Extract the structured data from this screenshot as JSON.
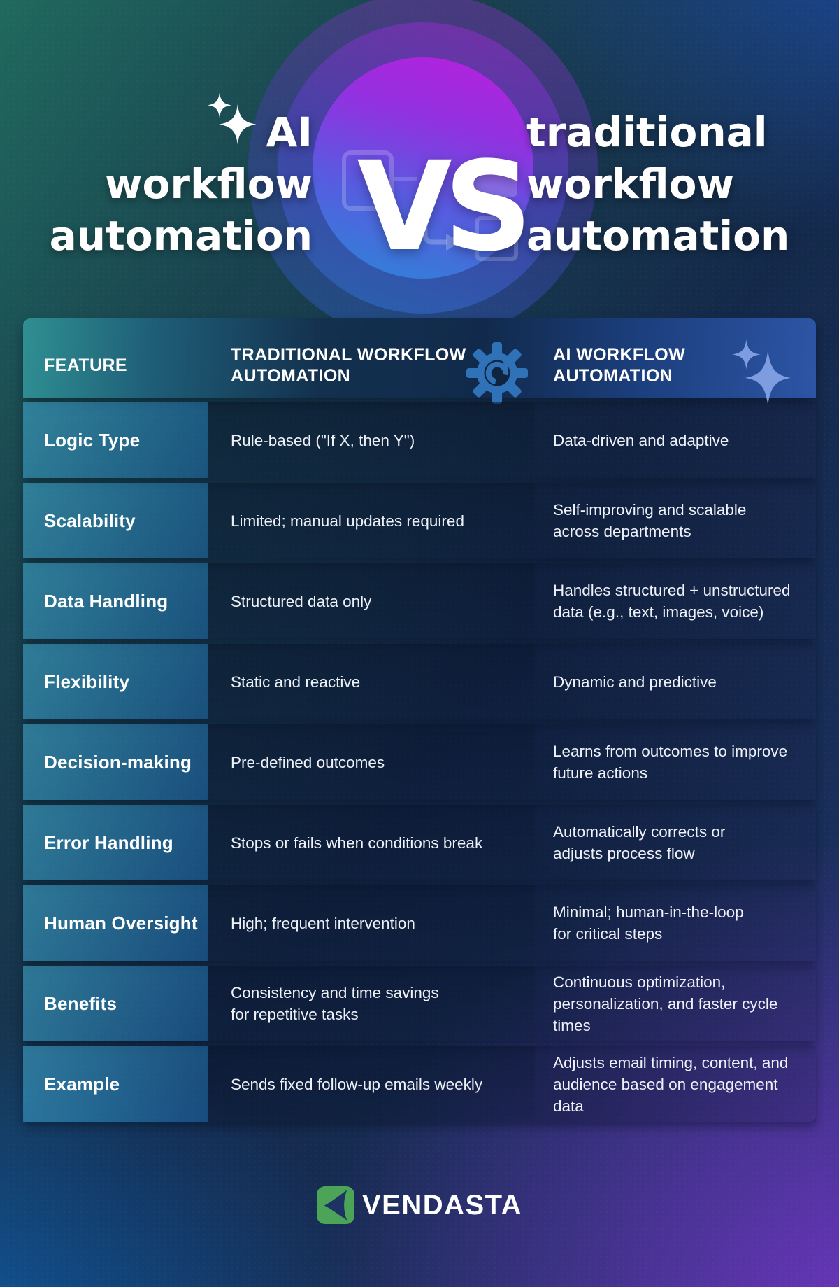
{
  "header": {
    "left_title_lines": [
      "AI",
      "workflow",
      "automation"
    ],
    "vs": "VS",
    "right_title_lines": [
      "traditional",
      "workflow",
      "automation"
    ]
  },
  "table": {
    "col_feature": "FEATURE",
    "col_traditional": [
      "TRADITIONAL WORKFLOW",
      "AUTOMATION"
    ],
    "col_ai": [
      "AI WORKFLOW",
      "AUTOMATION"
    ],
    "rows": [
      {
        "feature": "Logic Type",
        "traditional": "Rule-based (\"If X, then Y\")",
        "ai": "Data-driven and adaptive"
      },
      {
        "feature": "Scalability",
        "traditional": "Limited; manual updates required",
        "ai": [
          "Self-improving and scalable",
          "across departments"
        ]
      },
      {
        "feature": "Data Handling",
        "traditional": "Structured data only",
        "ai": [
          "Handles structured + unstructured",
          "data (e.g., text, images, voice)"
        ]
      },
      {
        "feature": "Flexibility",
        "traditional": "Static and reactive",
        "ai": "Dynamic and predictive"
      },
      {
        "feature": "Decision-making",
        "traditional": "Pre-defined outcomes",
        "ai": [
          "Learns from outcomes to improve",
          "future actions"
        ]
      },
      {
        "feature": "Error Handling",
        "traditional": "Stops or fails when conditions break",
        "ai": [
          "Automatically corrects or",
          "adjusts process flow"
        ]
      },
      {
        "feature": "Human Oversight",
        "traditional": "High; frequent intervention",
        "ai": [
          "Minimal; human-in-the-loop",
          "for critical steps"
        ]
      },
      {
        "feature": "Benefits",
        "traditional": [
          "Consistency and time savings",
          "for repetitive tasks"
        ],
        "ai": [
          "Continuous optimization,",
          "personalization, and faster cycle",
          "times"
        ]
      },
      {
        "feature": "Example",
        "traditional": "Sends fixed follow-up emails weekly",
        "ai": [
          "Adjusts email timing, content, and",
          "audience based on engagement data"
        ]
      }
    ]
  },
  "footer": {
    "brand": "VENDASTA"
  },
  "icons": {
    "title_sparkle": "sparkle-icon",
    "traditional_column": "gear-automation-icon",
    "ai_column": "ai-sparkle-icon",
    "brand_mark": "vendasta-logo-icon"
  },
  "colors": {
    "corner_top_left": "#20695e",
    "corner_top_right": "#1d4b9d",
    "corner_bottom_left": "#12599c",
    "corner_bottom_right": "#6c35bd",
    "circle_magenta": "#b820dc",
    "circle_blue": "#2b86d6",
    "header_teal": "#2f8f92",
    "header_blue": "#2d55a5",
    "feature_cell_blue": "#2a7cba",
    "gear_blue": "#2f72b8",
    "sparkle_blue": "#7e9ce0",
    "vendasta_green": "#4ba457",
    "vendasta_navy": "#1e3263"
  }
}
